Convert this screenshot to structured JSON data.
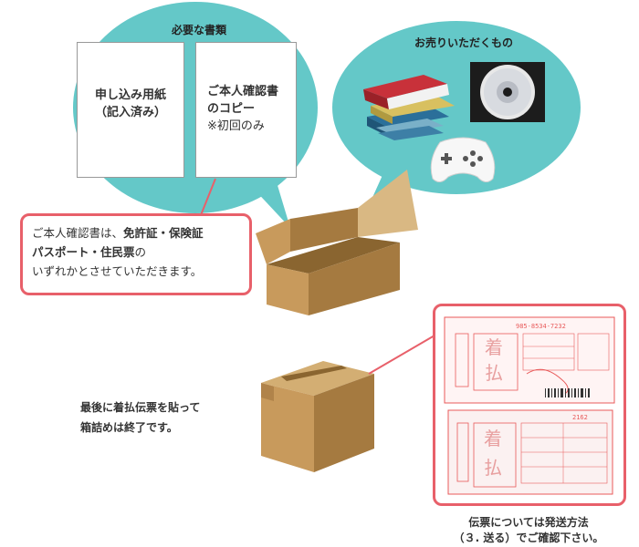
{
  "required_docs": {
    "title": "必要な書類",
    "form_line1": "申し込み用紙",
    "form_line2": "（記入済み）",
    "id_line1": "ご本人確認書",
    "id_line2": "のコピー",
    "id_note": "※初回のみ"
  },
  "items_to_sell": {
    "title": "お売りいただくもの",
    "icons": [
      "books-icon",
      "disc-icon",
      "game-controller-icon"
    ]
  },
  "id_callout": {
    "prefix": "ご本人確認書は、",
    "docs_a": "免許証・保険証",
    "docs_b": "パスポート・住民票",
    "suffix": "の",
    "line3": "いずれかとさせていただきます。"
  },
  "final_step": {
    "line1": "最後に着払伝票を貼って",
    "line2": "箱詰めは終了です。"
  },
  "slip_note": {
    "line1": "伝票については発送方法",
    "line2": "（３. 送る）でご確認下さい。"
  },
  "slip_text": {
    "top_number": "985-8534-7232",
    "kanji_chaku": "着",
    "kanji_harai": "払",
    "bottom_number": "2162"
  },
  "colors": {
    "bubble": "#64c8c8",
    "callout_border": "#e8606a",
    "box_light": "#c89a5c",
    "box_dark": "#a57a40",
    "slip_red": "#e85a5a"
  }
}
